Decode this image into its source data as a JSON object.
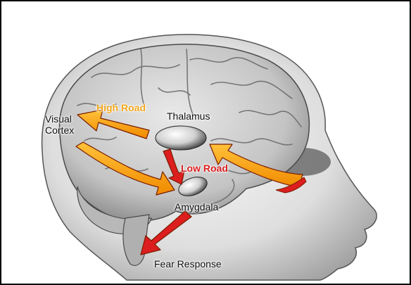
{
  "labels": {
    "visual": "Visual",
    "cortex": "Cortex",
    "high_road": "High Road",
    "thalamus": "Thalamus",
    "low_road": "Low Road",
    "amygdala": "Amygdala",
    "fear_response": "Fear Response"
  },
  "colors": {
    "high_road": "#f2a81d",
    "low_road": "#dc1e1e",
    "arrow_outline": "#7a1c00",
    "frame": "#000000"
  }
}
